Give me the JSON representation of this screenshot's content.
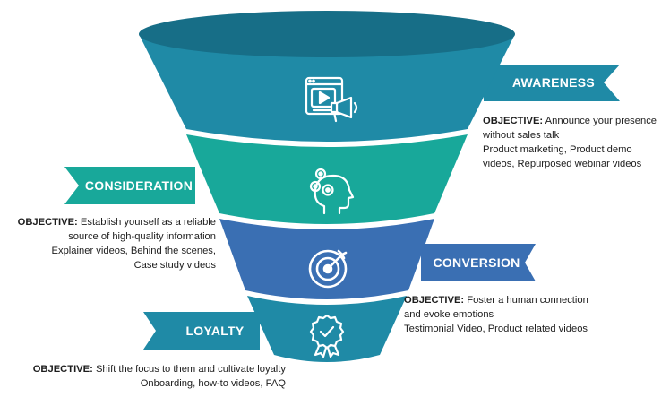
{
  "stages": [
    {
      "name": "AWARENESS",
      "objective_label": "OBJECTIVE:",
      "objective": "Announce your presence",
      "lines": [
        "without sales talk",
        "Product marketing, Product demo",
        "videos, Repurposed webinar videos"
      ],
      "icon": "video-marketing-icon",
      "color": "#1f8aa6"
    },
    {
      "name": "CONSIDERATION",
      "objective_label": "OBJECTIVE:",
      "objective": "Establish yourself as a reliable",
      "lines": [
        "source of high-quality information",
        "Explainer videos, Behind the scenes,",
        "Case study videos"
      ],
      "icon": "head-gears-icon",
      "color": "#18a89a"
    },
    {
      "name": "CONVERSION",
      "objective_label": "OBJECTIVE:",
      "objective": "Foster a human connection",
      "lines": [
        "and evoke emotions",
        "Testimonial Video, Product related videos"
      ],
      "icon": "target-icon",
      "color": "#3a6fb3"
    },
    {
      "name": "LOYALTY",
      "objective_label": "OBJECTIVE:",
      "objective": "Shift the focus to them and cultivate loyalty",
      "lines": [
        "Onboarding, how-to videos, FAQ"
      ],
      "icon": "award-badge-icon",
      "color": "#1f8aa6"
    }
  ]
}
